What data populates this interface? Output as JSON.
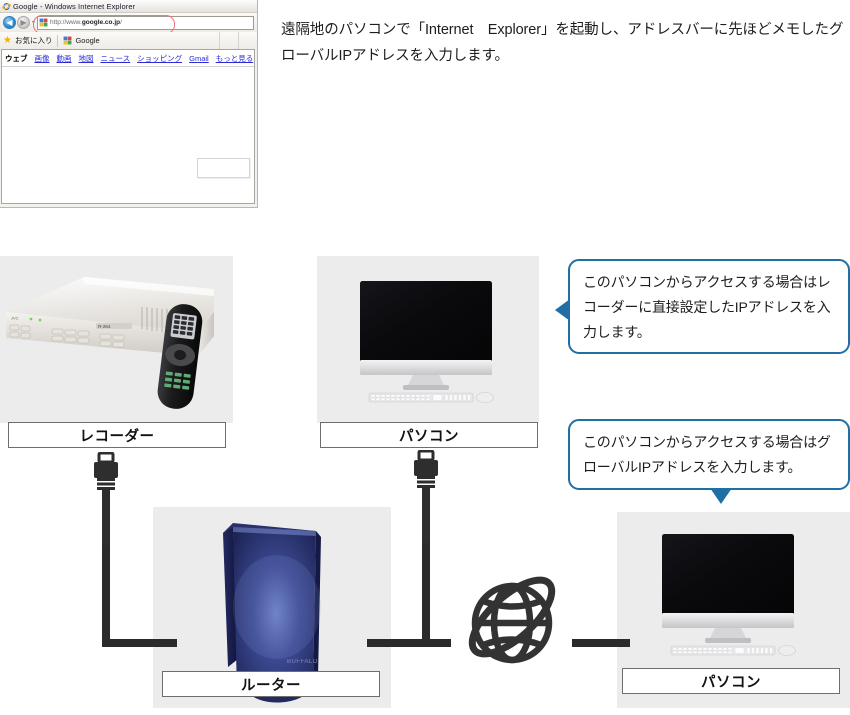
{
  "browser": {
    "title": "Google - Windows Internet Explorer",
    "window_icon": "ie-logo-icon",
    "nav": {
      "back_label": "◀",
      "forward_label": "▶",
      "dropdown_label": "▾"
    },
    "address": {
      "url_prefix": "http://www.",
      "url_bold": "google.co.jp",
      "url_suffix": "/",
      "placeholder": "http://www.google.co.jp/",
      "favicon": "google-favicon-icon",
      "highlight_color": "#f3737e"
    },
    "favorites": {
      "star_icon": "★",
      "label": "お気に入り",
      "item_label": "Google",
      "item_favicon": "google-favicon-icon"
    },
    "google_nav": {
      "current": "ウェブ",
      "links": [
        "画像",
        "動画",
        "地図",
        "ニュース",
        "ショッピング",
        "Gmail",
        "もっと見る"
      ],
      "caret": "▾"
    }
  },
  "intro": {
    "text": "遠隔地のパソコンで「Internet　Explorer」を起動し、アドレスバーに先ほどメモしたグローバルIPアドレスを入力します。"
  },
  "diagram": {
    "devices": [
      {
        "id": "recorder",
        "label": "レコーダー",
        "image": "recorder-photo"
      },
      {
        "id": "pc_top",
        "label": "パソコン",
        "image": "desktop-pc-photo"
      },
      {
        "id": "router",
        "label": "ルーター",
        "image": "router-photo"
      },
      {
        "id": "pc_bottom",
        "label": "パソコン",
        "image": "desktop-pc-photo"
      }
    ],
    "internet_icon": "globe-network-icon",
    "callouts": [
      {
        "id": "recorder_callout",
        "text": "このパソコンからアクセスする場合はレコーダーに直接設定したIPアドレスを入力します。",
        "tail": "left",
        "border_color": "#1f6fa5"
      },
      {
        "id": "pc_callout",
        "text": "このパソコンからアクセスする場合はグローバルIPアドレスを入力します。",
        "tail": "down",
        "border_color": "#1f6fa5"
      }
    ],
    "cables": [
      {
        "id": "recorder-to-router",
        "connector": "lan-connector-icon"
      },
      {
        "id": "pc-to-router",
        "connector": "lan-connector-icon"
      }
    ]
  }
}
